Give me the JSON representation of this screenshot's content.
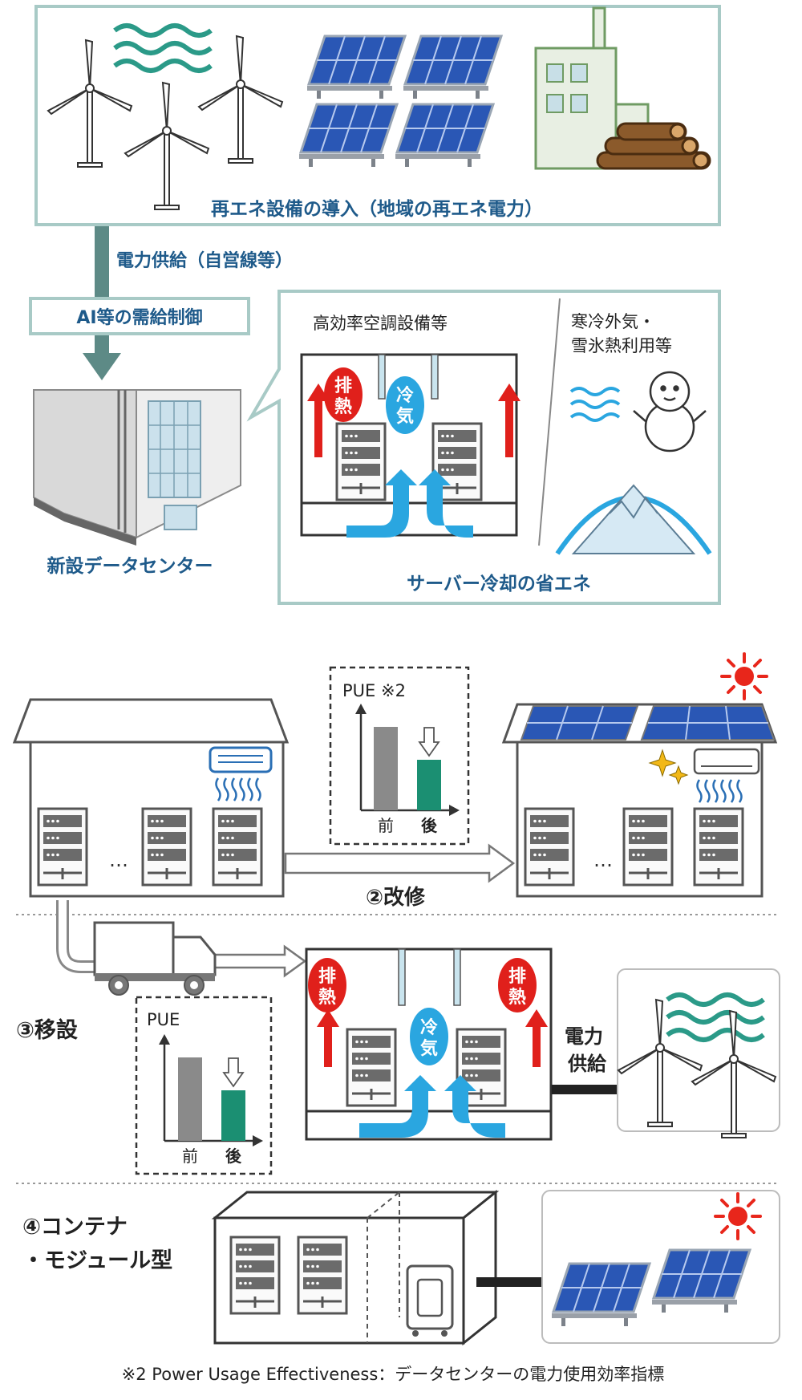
{
  "colors": {
    "frame": "#a8cac6",
    "frame_fill": "#ffffff",
    "arrow_grey": "#5d8a86",
    "exhaust_red": "#e0201b",
    "cool_blue": "#2aa6e0",
    "solar_blue": "#2a57b5",
    "bar_grey": "#8a8a8a",
    "bar_green": "#1b8f72",
    "wave_green": "#2b9a88",
    "sun_red": "#e8261b"
  },
  "top": {
    "renewables_caption": "再エネ設備の導入（地域の再エネ電力）",
    "power_supply_caption": "電力供給（自営線等）",
    "ai_box_label": "AI等の需給制御",
    "datacenter_caption": "新設データセンター",
    "hvac_label": "高効率空調設備等",
    "cold_air_label_line1": "寒冷外気・",
    "cold_air_label_line2": "雪氷熱利用等",
    "exhaust_label_1": "排",
    "exhaust_label_2": "熱",
    "coolair_label_1": "冷",
    "coolair_label_2": "気",
    "server_cooling_caption": "サーバー冷却の省エネ"
  },
  "renovation": {
    "pue_title": "PUE ※2",
    "before_label": "前",
    "after_label": "後",
    "step_label": "②改修",
    "ellipsis": "…"
  },
  "relocation": {
    "step_label": "③移設",
    "pue_title": "PUE",
    "before_label": "前",
    "after_label": "後",
    "exhaust_label_1": "排",
    "exhaust_label_2": "熱",
    "coolair_label_1": "冷",
    "coolair_label_2": "気",
    "power_label_line1": "電力",
    "power_label_line2": "供給"
  },
  "container": {
    "step_label_line1": "④コンテナ",
    "step_label_line2": "・モジュール型"
  },
  "footnote": "※2 Power Usage Effectiveness：データセンターの電力使用効率指標"
}
